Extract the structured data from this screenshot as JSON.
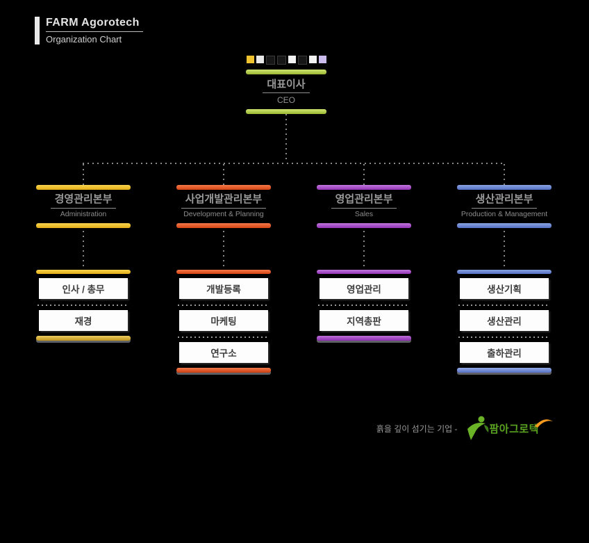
{
  "header": {
    "title": "FARM Agorotech",
    "subtitle": "Organization Chart"
  },
  "ceo": {
    "name": "대표이사",
    "title_en": "CEO",
    "accent_color": "#a9c83d",
    "decor_square_colors": [
      "#eec32f",
      "#e8e8e8",
      "#161616",
      "#161616",
      "#f2f2f2",
      "#161616",
      "#f2f2f2",
      "#cbbcee"
    ]
  },
  "departments": [
    {
      "name": "경영관리본부",
      "name_en": "Administration",
      "accent_color": "#f0c133",
      "footer_color": "#c89b2a",
      "children": [
        "인사 / 총무",
        "재경"
      ]
    },
    {
      "name": "사업개발관리본부",
      "name_en": "Development & Planning",
      "accent_color": "#e9572b",
      "footer_color": "#d8481a",
      "children": [
        "개발등록",
        "마케팅",
        "연구소"
      ]
    },
    {
      "name": "영업관리본부",
      "name_en": "Sales",
      "accent_color": "#a94fd0",
      "footer_color": "#9232b4",
      "children": [
        "영업관리",
        "지역총판"
      ]
    },
    {
      "name": "생산관리본부",
      "name_en": "Production & Management",
      "accent_color": "#6e8ed8",
      "footer_color": "#5972c6",
      "children": [
        "생산기획",
        "생산관리",
        "출하관리"
      ]
    }
  ],
  "footer": {
    "tagline": "흙을 깊이 섬기는 기업 -",
    "brand": "팜아그로텍",
    "brand_color": "#5aa321",
    "swoosh_color": "#f59a1e"
  }
}
